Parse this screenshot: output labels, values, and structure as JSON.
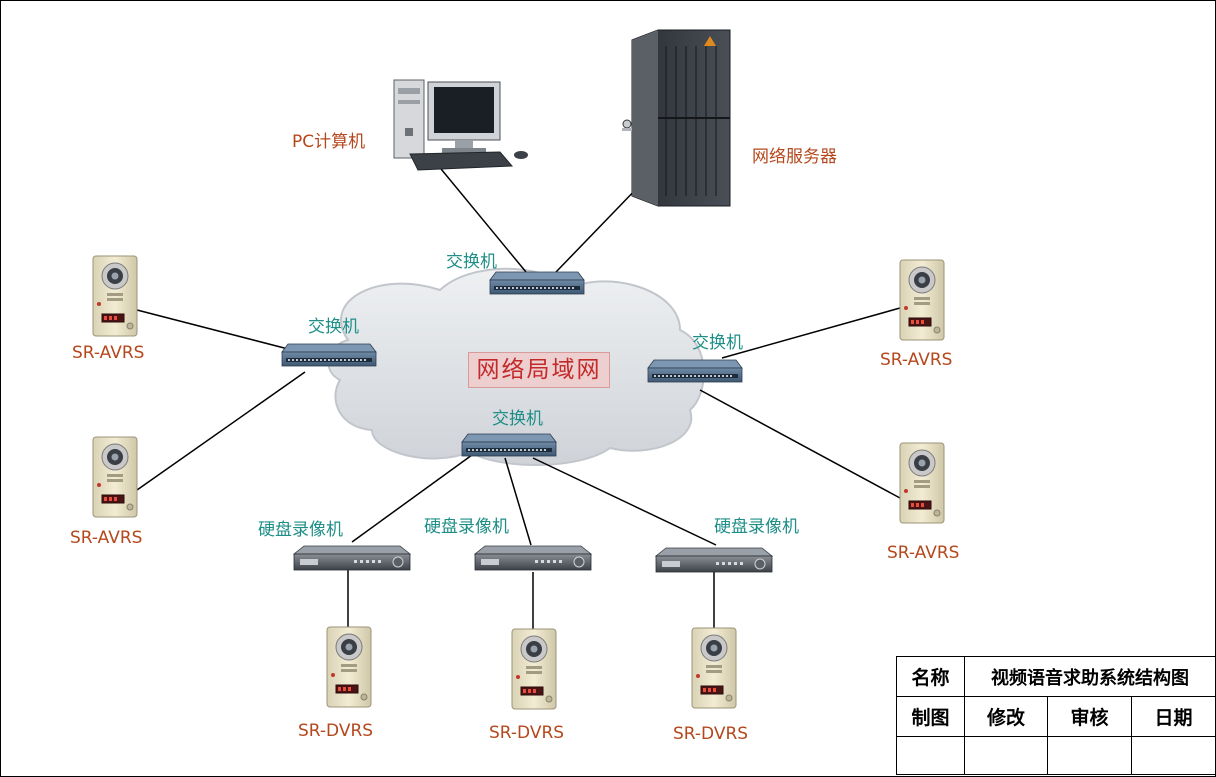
{
  "nodes": {
    "pc": {
      "label": "PC计算机",
      "icon": "desktop-computer-icon"
    },
    "server": {
      "label": "网络服务器",
      "icon": "tower-server-icon"
    },
    "lan": {
      "label": "网络局域网",
      "icon": "cloud-icon"
    },
    "switches": [
      {
        "label": "交换机"
      },
      {
        "label": "交换机"
      },
      {
        "label": "交换机"
      },
      {
        "label": "交换机"
      }
    ],
    "avrs": [
      {
        "label": "SR-AVRS"
      },
      {
        "label": "SR-AVRS"
      },
      {
        "label": "SR-AVRS"
      },
      {
        "label": "SR-AVRS"
      }
    ],
    "dvr": [
      {
        "label": "硬盘录像机"
      },
      {
        "label": "硬盘录像机"
      },
      {
        "label": "硬盘录像机"
      }
    ],
    "dvrs": [
      {
        "label": "SR-DVRS"
      },
      {
        "label": "SR-DVRS"
      },
      {
        "label": "SR-DVRS"
      }
    ]
  },
  "title_block": {
    "name_label": "名称",
    "name_value": "视频语音求助系统结构图",
    "drawn_label": "制图",
    "revise_label": "修改",
    "review_label": "审核",
    "date_label": "日期"
  },
  "colors": {
    "device_label": "#b5471c",
    "network_label": "#1e8e87",
    "lan_text": "#c32a2a",
    "cloud": "#dcdfe3"
  }
}
